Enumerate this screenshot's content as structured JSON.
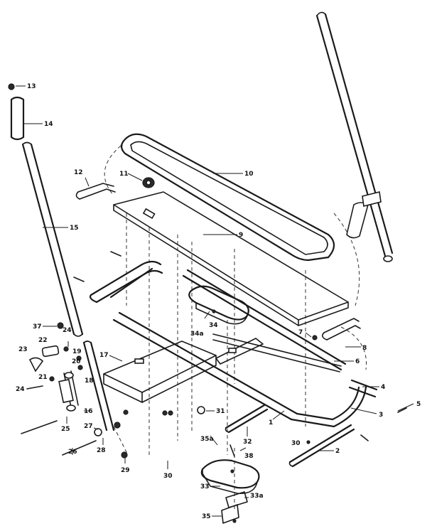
{
  "diagram": {
    "labels": {
      "l1": "1",
      "l2": "2",
      "l3": "3",
      "l4": "4",
      "l5": "5",
      "l6": "6",
      "l7": "7",
      "l8": "8",
      "l9": "9",
      "l10": "10",
      "l11": "11",
      "l12": "12",
      "l13": "13",
      "l14": "14",
      "l15": "15",
      "l16": "16",
      "l17": "17",
      "l18": "18",
      "l19": "19",
      "l20": "20",
      "l21": "21",
      "l22": "22",
      "l23": "23",
      "l24a": "24",
      "l24b": "24",
      "l25": "25",
      "l26": "26",
      "l27": "27",
      "l28": "28",
      "l29": "29",
      "l30a": "30",
      "l30b": "30",
      "l31": "31",
      "l32": "32",
      "l33": "33",
      "l33a": "33a",
      "l34": "34",
      "l34a": "34a",
      "l35": "35",
      "l35a": "35a",
      "l37": "37",
      "l38": "38"
    }
  }
}
